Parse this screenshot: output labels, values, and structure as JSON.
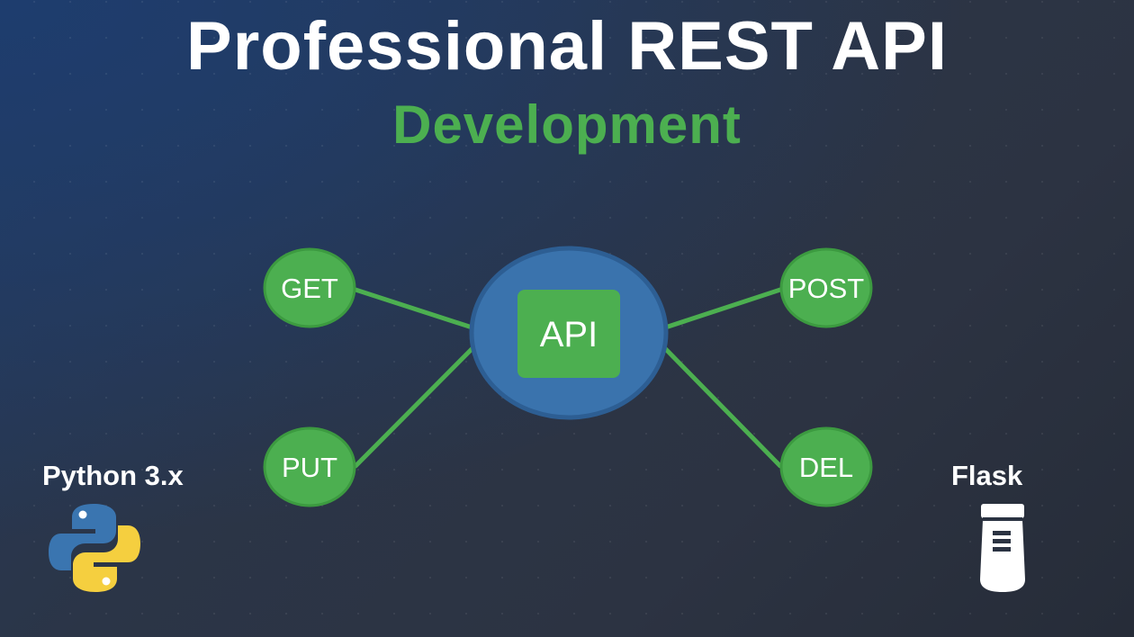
{
  "title": "Professional REST API",
  "subtitle": "Development",
  "diagram": {
    "center": {
      "label": "API"
    },
    "methods": [
      {
        "label": "GET"
      },
      {
        "label": "PUT"
      },
      {
        "label": "POST"
      },
      {
        "label": "DEL"
      }
    ]
  },
  "technologies": {
    "python": {
      "label": "Python 3.x",
      "icon": "python-logo-icon"
    },
    "flask": {
      "label": "Flask",
      "icon": "flask-bottle-icon"
    }
  },
  "colors": {
    "accent_green": "#4caf50",
    "api_blue": "#3a73ad",
    "title_white": "#ffffff",
    "python_blue": "#3a75b0",
    "python_yellow": "#f5cf3f"
  }
}
